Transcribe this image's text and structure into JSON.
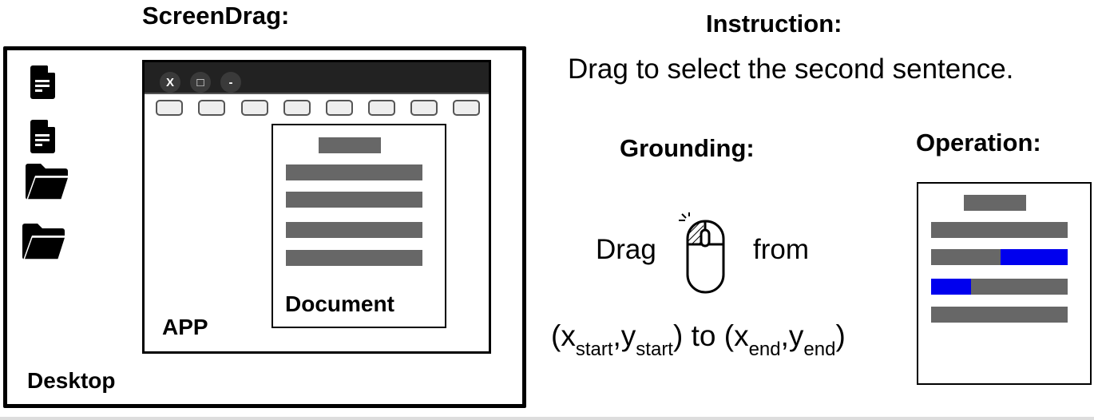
{
  "title": "ScreenDrag:",
  "desktop": {
    "label": "Desktop",
    "icons": [
      "document-icon",
      "document-icon",
      "folder-icon",
      "folder-icon"
    ],
    "app": {
      "label": "APP",
      "window_buttons": {
        "close": "X",
        "maximize": "□",
        "minimize": "-"
      },
      "toolbar_button_count": 8,
      "document_label": "Document"
    }
  },
  "instruction": {
    "heading": "Instruction:",
    "text": "Drag to select the second sentence."
  },
  "grounding": {
    "heading": "Grounding:",
    "drag": "Drag",
    "from": "from",
    "x": "x",
    "y": "y",
    "start": "start",
    "end": "end",
    "open": "(",
    "comma": ",",
    "close": ")",
    "to": "to"
  },
  "operation": {
    "heading": "Operation:",
    "highlight_color": "#0000ee"
  }
}
